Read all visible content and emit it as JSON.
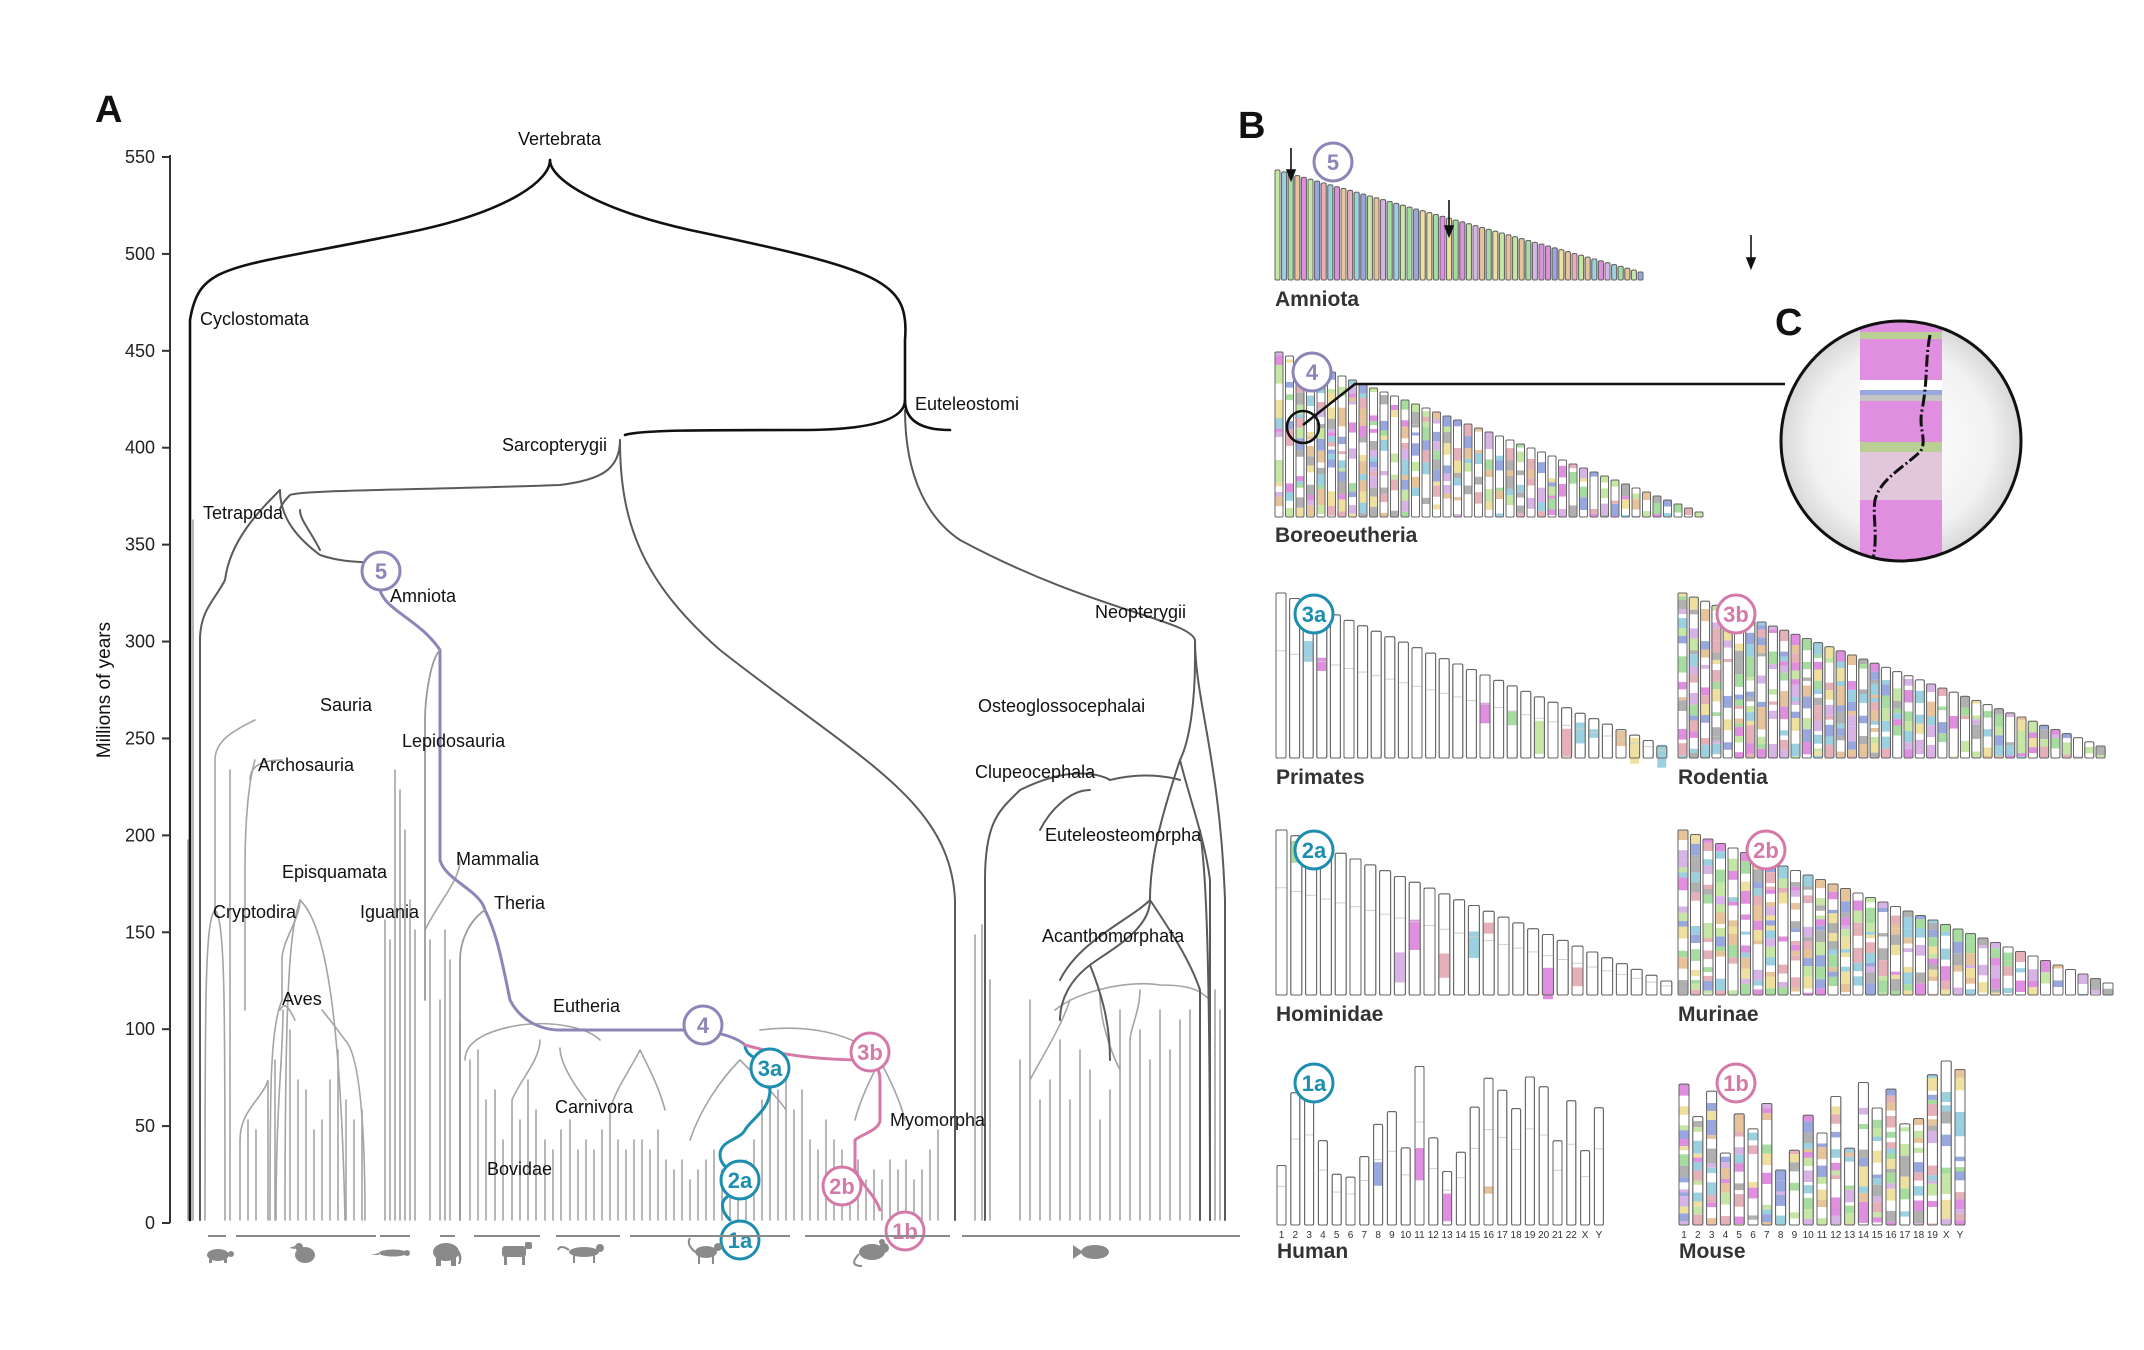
{
  "panels": {
    "a": "A",
    "b": "B",
    "c": "C"
  },
  "colors": {
    "tree_gray": "#9a9a9a",
    "tree_black": "#111111",
    "tree_dark": "#555555",
    "amniota_path": "#8c86b8",
    "human_path": "#1d8db0",
    "mouse_path": "#d57aa8",
    "silhouette": "#8a8a8a",
    "magenta_block": "#e08ee0"
  },
  "axis": {
    "title": "Millions of years",
    "min": 0,
    "max": 550,
    "ticks": [
      "0",
      "50",
      "100",
      "150",
      "200",
      "250",
      "300",
      "350",
      "400",
      "450",
      "500",
      "550"
    ]
  },
  "tree": {
    "clades": [
      {
        "name": "Vertebrata",
        "age": 550
      },
      {
        "name": "Cyclostomata",
        "age": 465
      },
      {
        "name": "Euteleostomi",
        "age": 415
      },
      {
        "name": "Sarcopterygii",
        "age": 405
      },
      {
        "name": "Tetrapoda",
        "age": 360
      },
      {
        "name": "Amniota",
        "age": 320
      },
      {
        "name": "Sauria",
        "age": 265
      },
      {
        "name": "Archosauria",
        "age": 235
      },
      {
        "name": "Lepidosauria",
        "age": 245
      },
      {
        "name": "Episquamata",
        "age": 180
      },
      {
        "name": "Cryptodira",
        "age": 150
      },
      {
        "name": "Iguania",
        "age": 150
      },
      {
        "name": "Mammalia",
        "age": 180
      },
      {
        "name": "Theria",
        "age": 160
      },
      {
        "name": "Aves",
        "age": 105
      },
      {
        "name": "Eutheria",
        "age": 100
      },
      {
        "name": "Carnivora",
        "age": 55
      },
      {
        "name": "Bovidae",
        "age": 25
      },
      {
        "name": "Myomorpha",
        "age": 50
      },
      {
        "name": "Neopterygii",
        "age": 310
      },
      {
        "name": "Osteoglossocephalai",
        "age": 260
      },
      {
        "name": "Clupeocephala",
        "age": 225
      },
      {
        "name": "Euteleosteomorpha",
        "age": 200
      },
      {
        "name": "Acanthomorphata",
        "age": 150
      }
    ],
    "markers": [
      {
        "label": "5",
        "group": "amniota"
      },
      {
        "label": "4",
        "group": "amniota"
      },
      {
        "label": "3a",
        "group": "human"
      },
      {
        "label": "2a",
        "group": "human"
      },
      {
        "label": "1a",
        "group": "human"
      },
      {
        "label": "3b",
        "group": "mouse"
      },
      {
        "label": "2b",
        "group": "mouse"
      },
      {
        "label": "1b",
        "group": "mouse"
      }
    ],
    "silhouettes": [
      "turtle-icon",
      "bird-icon",
      "lizard-icon",
      "elephant-icon",
      "cow-icon",
      "cat-icon",
      "monkey-icon",
      "mouse-icon",
      "fish-icon"
    ]
  },
  "karyotypes": [
    {
      "id": "5",
      "name": "Amniota",
      "group": "amniota"
    },
    {
      "id": "4",
      "name": "Boreoeutheria",
      "group": "amniota"
    },
    {
      "id": "3a",
      "name": "Primates",
      "group": "human"
    },
    {
      "id": "3b",
      "name": "Rodentia",
      "group": "mouse"
    },
    {
      "id": "2a",
      "name": "Hominidae",
      "group": "human"
    },
    {
      "id": "2b",
      "name": "Murinae",
      "group": "mouse"
    },
    {
      "id": "1a",
      "name": "Human",
      "group": "human"
    },
    {
      "id": "1b",
      "name": "Mouse",
      "group": "mouse"
    }
  ],
  "chromosome_labels": {
    "human": [
      "1",
      "2",
      "3",
      "4",
      "5",
      "6",
      "7",
      "8",
      "9",
      "10",
      "11",
      "12",
      "13",
      "14",
      "15",
      "16",
      "17",
      "18",
      "19",
      "20",
      "21",
      "22",
      "X",
      "Y"
    ],
    "mouse": [
      "1",
      "2",
      "3",
      "4",
      "5",
      "6",
      "7",
      "8",
      "9",
      "10",
      "11",
      "12",
      "13",
      "14",
      "15",
      "16",
      "17",
      "18",
      "19",
      "X",
      "Y"
    ]
  }
}
